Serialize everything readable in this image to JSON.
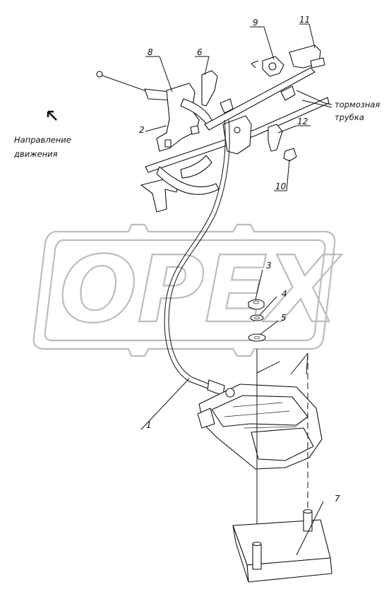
{
  "watermark": {
    "text": "OPEX"
  },
  "direction_note": {
    "line1": "Направление",
    "line2": "движения"
  },
  "brake_tube_note": {
    "line1": "тормозная",
    "line2": "трубка"
  },
  "callouts": [
    "1",
    "2",
    "3",
    "4",
    "5",
    "6",
    "7",
    "8",
    "9",
    "10",
    "11",
    "12"
  ],
  "colors": {
    "ink": "#111111",
    "watermark": "#bdbdbd",
    "background": "#ffffff"
  }
}
